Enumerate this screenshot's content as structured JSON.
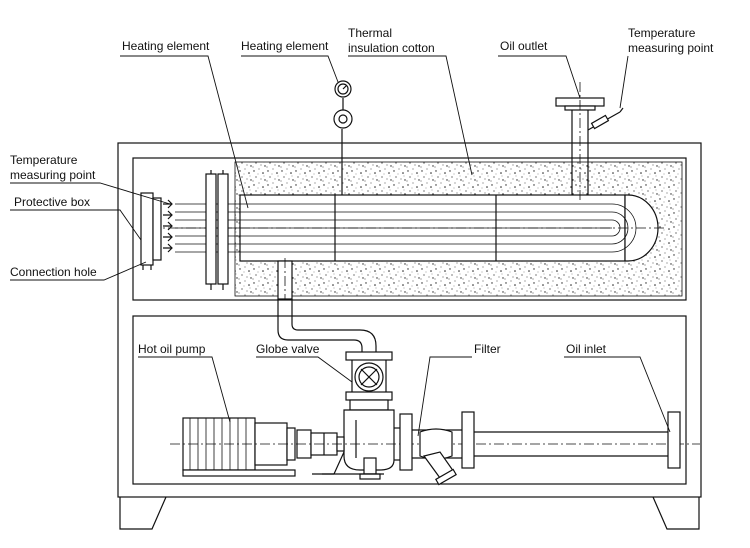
{
  "labels": {
    "heating_element_1": "Heating element",
    "heating_element_2": "Heating element",
    "thermal_line1": "Thermal",
    "thermal_line2": "insulation cotton",
    "oil_outlet": "Oil outlet",
    "temp_top_line1": "Temperature",
    "temp_top_line2": "measuring point",
    "temp_left_line1": "Temperature",
    "temp_left_line2": "measuring point",
    "protective_box": "Protective box",
    "connection_hole": "Connection hole",
    "hot_oil_pump": "Hot oil pump",
    "globe_valve": "Globe valve",
    "filter": "Filter",
    "oil_inlet": "Oil inlet"
  },
  "colors": {
    "line": "#111111",
    "background": "#ffffff",
    "insulation_speckle": "#222222"
  },
  "icons": {
    "pressure_gauge": "gauge-icon",
    "valve_handwheel": "handwheel-icon"
  }
}
